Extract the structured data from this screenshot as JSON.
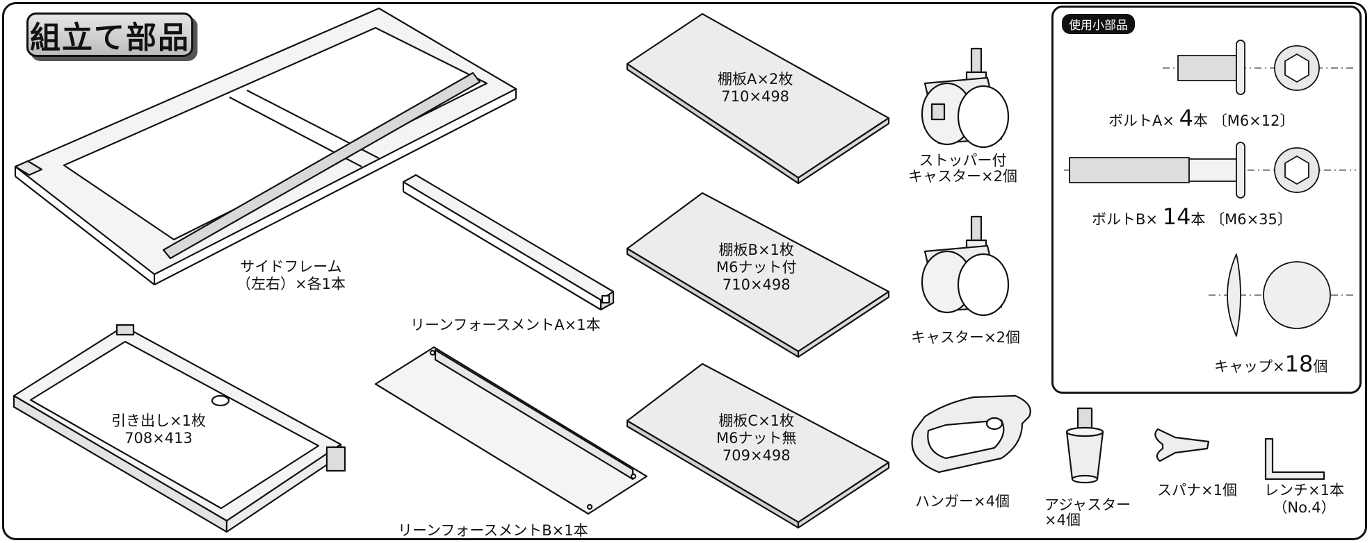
{
  "title": "組立て部品",
  "parts_box_title": "使用小部品",
  "parts": {
    "side_frame": {
      "name": "サイドフレーム",
      "qty": "（左右）×各1本"
    },
    "reinforcement_a": "リーンフォースメントA×1本",
    "reinforcement_b": "リーンフォースメントB×1本",
    "drawer": {
      "name": "引き出し×1枚",
      "size": "708×413"
    },
    "shelf_a": {
      "name": "棚板A×2枚",
      "size": "710×498"
    },
    "shelf_b": {
      "name": "棚板B×1枚",
      "note": "M6ナット付",
      "size": "710×498"
    },
    "shelf_c": {
      "name": "棚板C×1枚",
      "note": "M6ナット無",
      "size": "709×498"
    },
    "caster_stopper": {
      "line1": "ストッパー付",
      "line2": "キャスター×2個"
    },
    "caster": "キャスター×2個",
    "hanger": "ハンガー×4個",
    "adjuster": {
      "line1": "アジャスター",
      "line2": "×4個"
    },
    "spanner": "スパナ×1個",
    "wrench": {
      "line1": "レンチ×1本",
      "line2": "（No.4）"
    }
  },
  "small_parts": {
    "bolt_a": {
      "name": "ボルトA×",
      "qty": "4",
      "unit": "本",
      "spec": "〔M6×12〕"
    },
    "bolt_b": {
      "name": "ボルトB×",
      "qty": "14",
      "unit": "本",
      "spec": "〔M6×35〕"
    },
    "cap": {
      "name": "キャップ×",
      "qty": "18",
      "unit": "個"
    }
  }
}
